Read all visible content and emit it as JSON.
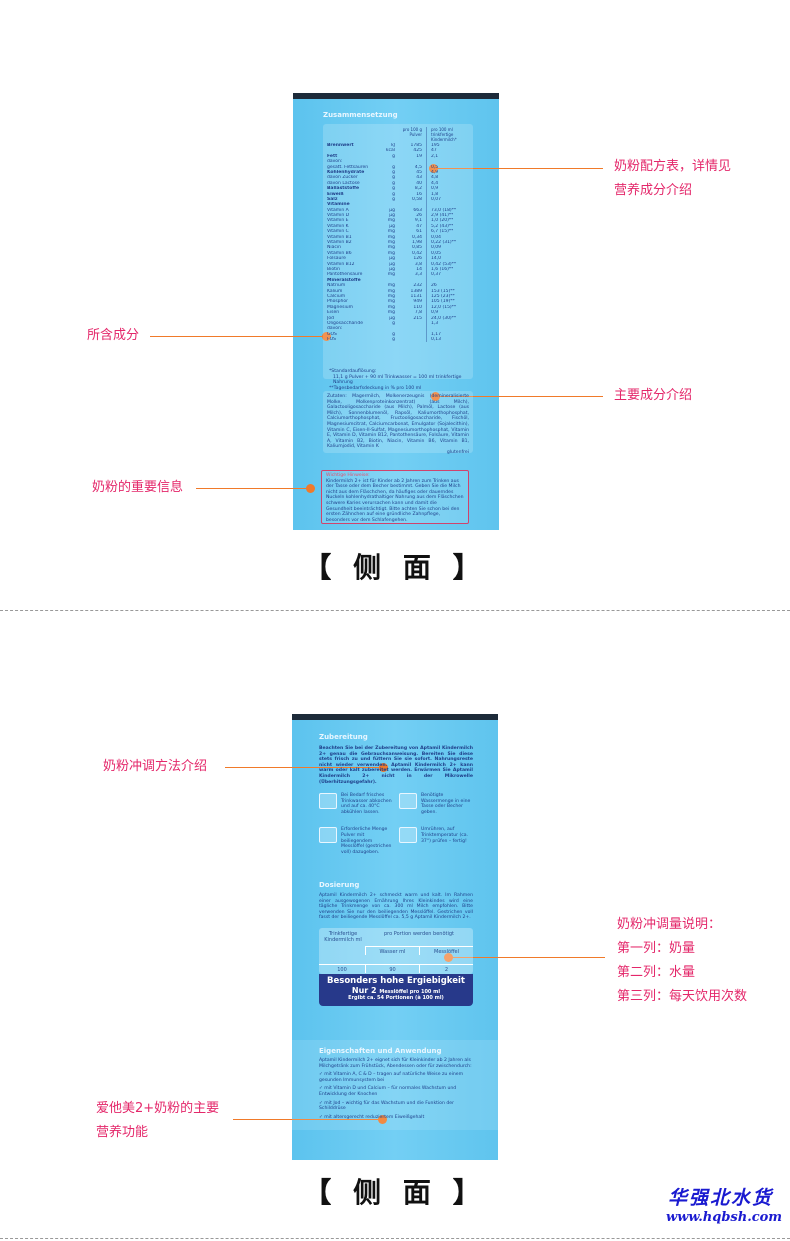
{
  "annotations": {
    "formula_1": "奶粉配方表，详情见",
    "formula_2": "营养成分介绍",
    "contents": "所含成分",
    "ingredients": "主要成分介绍",
    "important": "奶粉的重要信息",
    "prep": "奶粉冲调方法介绍",
    "dose_title": "奶粉冲调量说明：",
    "dose_1": "第一列：奶量",
    "dose_2": "第二列：水量",
    "dose_3": "第三列：每天饮用次数",
    "func_1": "爱他美2+奶粉的主要",
    "func_2": "营养功能"
  },
  "side_label": "【 侧 面 】",
  "watermark": {
    "name": "华强北水货",
    "url": "www.hqbsh.com"
  },
  "box1": {
    "heading": "Zusammensetzung",
    "col_a": "pro 100 g Pulver",
    "col_b": "pro 100 ml trinkfertige Kindermilch*",
    "rows": [
      [
        "Brennwert",
        "kJ",
        "1785",
        "195",
        1
      ],
      [
        "",
        "kcal",
        "425",
        "47",
        0
      ],
      [
        "Fett",
        "g",
        "19",
        "2,1",
        1
      ],
      [
        "davon:",
        "",
        "",
        "",
        0
      ],
      [
        "gesätt. Fettsäuren",
        "g",
        "4,5",
        "0,5",
        0
      ],
      [
        "Kohlenhydrate",
        "g",
        "45",
        "4,9",
        1
      ],
      [
        "davon Zucker",
        "g",
        "43",
        "4,8",
        0
      ],
      [
        "davon Lactose",
        "g",
        "40",
        "4,4",
        0
      ],
      [
        "Ballaststoffe",
        "g",
        "8,2",
        "0,9",
        1
      ],
      [
        "Eiweiß",
        "g",
        "16",
        "1,8",
        1
      ],
      [
        "Salz",
        "g",
        "0,58",
        "0,07",
        1
      ],
      [
        "Vitamine",
        "",
        "",
        "",
        1
      ],
      [
        "Vitamin A",
        "µg",
        "663",
        "73,0 (18)**",
        0
      ],
      [
        "Vitamin D",
        "µg",
        "26",
        "2,9 (41)**",
        0
      ],
      [
        "Vitamin E",
        "mg",
        "9,1",
        "1,0 (20)**",
        0
      ],
      [
        "Vitamin K",
        "µg",
        "47",
        "5,2 (43)**",
        0
      ],
      [
        "Vitamin C",
        "mg",
        "61",
        "6,7 (15)**",
        0
      ],
      [
        "Vitamin B1",
        "mg",
        "0,34",
        "0,04",
        0
      ],
      [
        "Vitamin B2",
        "mg",
        "1,98",
        "0,22 (31)**",
        0
      ],
      [
        "Niacin",
        "mg",
        "0,85",
        "0,09",
        0
      ],
      [
        "Vitamin B6",
        "mg",
        "0,42",
        "0,05",
        0
      ],
      [
        "Folsäure",
        "µg",
        "126",
        "14,0",
        0
      ],
      [
        "Vitamin B12",
        "µg",
        "3,8",
        "0,42 (53)**",
        0
      ],
      [
        "Biotin",
        "µg",
        "14",
        "1,6 (16)**",
        0
      ],
      [
        "Pantothensäure",
        "mg",
        "3,3",
        "0,37",
        0
      ],
      [
        "Mineralstoffe",
        "",
        "",
        "",
        1
      ],
      [
        "Natrium",
        "mg",
        "232",
        "26",
        0
      ],
      [
        "Kalium",
        "mg",
        "1389",
        "153 (15)**",
        0
      ],
      [
        "Calcium",
        "mg",
        "1131",
        "125 (23)**",
        0
      ],
      [
        "Phosphor",
        "mg",
        "949",
        "105 (19)**",
        0
      ],
      [
        "Magnesium",
        "mg",
        "110",
        "12,0 (15)**",
        0
      ],
      [
        "Eisen",
        "mg",
        "7,8",
        "0,9",
        0
      ],
      [
        "Jod",
        "µg",
        "215",
        "24,0 (30)**",
        0
      ],
      [
        "Oligosaccharide",
        "g",
        "",
        "1,3",
        0
      ],
      [
        "davon:",
        "",
        "",
        "",
        0
      ],
      [
        "GOS",
        "g",
        "",
        "1,17",
        0
      ],
      [
        "FOS",
        "g",
        "",
        "0,13",
        0
      ]
    ],
    "footnote_1": "*Standardauflösung:",
    "footnote_2": "11,1 g Pulver + 90 ml Trinkwasser = 100 ml trinkfertige Nahrung",
    "footnote_3": "**Tagesbedarfsdeckung in % pro 100 ml",
    "ingredients": "Zutaten: Magermilch, Molkenerzeugnis (demineralisierte Molke, Molkenproteinkonzentrat) (aus Milch), Galactooligosaccharide (aus Milch), Palmöl, Lactose (aus Milch), Sonnenblumenöl, Rapsöl, Kaliumorthophosphat, Calciumorthophosphat, Fructooligosaccharide, Fischöl, Magnesiumcitrat, Calciumcarbonat, Emulgator (Sojalecithin), Vitamin C, Eisen-II-Sulfat, Magnesiumorthophosphat, Vitamin E, Vitamin D, Vitamin B12, Pantothensäure, Folsäure, Vitamin A, Vitamin B2, Biotin, Niacin, Vitamin B6, Vitamin B1, Kaliumjodid, Vitamin K",
    "gluten": "glutenfrei",
    "warn_title": "Wichtige Hinweise:",
    "warn_text": "Kindermilch 2+ ist für Kinder ab 2 Jahren zum Trinken aus der Tasse oder dem Becher bestimmt. Geben Sie die Milch nicht aus dem Fläschchen, da häufiges oder dauerndes Nuckeln kohlenhydrathaltiger Nahrung aus dem Fläschchen schwere Karies verursachen kann und damit die Gesundheit beeinträchtigt. Bitte achten Sie schon bei den ersten Zähnchen auf eine gründliche Zahnpflege, besonders vor dem Schlafengehen."
  },
  "box2": {
    "prep_heading": "Zubereitung",
    "prep_text": "Beachten Sie bei der Zubereitung von Aptamil Kindermilch 2+ genau die Gebrauchsanweisung. Bereiten Sie diese stets frisch zu und füttern Sie sie sofort. Nahrungsreste nicht wieder verwenden. Aptamil Kindermilch 2+ kann warm oder kalt zubereitet werden. Erwärmen Sie Aptamil Kindermilch 2+ nicht in der Mikrowelle (Überhitzungsgefahr).",
    "steps": [
      "Bei Bedarf frisches Trinkwasser abkochen und auf ca. 40°C abkühlen lassen.",
      "Benötigte Wassermenge in eine Tasse oder Becher geben.",
      "Erforderliche Menge Pulver mit beiliegendem Messlöffel (gestrichen voll) dazugeben.",
      "Umrühren, auf Trinktemperatur (ca. 37°) prüfen – fertig!"
    ],
    "dose_heading": "Dosierung",
    "dose_text": "Aptamil Kindermilch 2+ schmeckt warm und kalt. Im Rahmen einer ausgewogenen Ernährung Ihres Kleinkindes wird eine tägliche Trinkmenge von ca. 300 ml Milch empfohlen. Bitte verwenden Sie nur den beiliegenden Messlöffel. Gestrichen voll fasst der beiliegende Messlöffel ca. 5,5 g Aptamil Kindermilch 2+.",
    "table": {
      "h1": "Trinkfertige Kindermilch ml",
      "h_group": "pro Portion werden benötigt",
      "h2": "Wasser ml",
      "h3": "Messlöffel",
      "v1": "100",
      "v2": "90",
      "v3": "2"
    },
    "banner_1": "Besonders hohe Ergiebigkeit",
    "banner_2a": "Nur 2",
    "banner_2b": "Messlöffel pro 100 ml",
    "banner_3": "Ergibt ca. 54 Portionen (à 100 ml)",
    "props_heading": "Eigenschaften und Anwendung",
    "props_text": "Aptamil Kindermilch 2+ eignet sich für Kleinkinder ab 2 Jahren als Milchgetränk zum Frühstück, Abendessen oder für zwischendurch:",
    "props": [
      "✓ mit Vitamin A, C & D – tragen auf natürliche Weise zu einem gesunden Immunsystem bei",
      "✓ mit Vitamin D und Calcium – für normales Wachstum und Entwicklung der Knochen",
      "✓ mit Jod – wichtig für das Wachstum und die Funktion der Schilddrüse",
      "✓ mit altersgerecht reduziertem Eiweißgehalt"
    ]
  },
  "colors": {
    "label": "#e4276a",
    "line": "#f07a2a",
    "box": "#6ccdf3",
    "banner": "#27398a"
  }
}
